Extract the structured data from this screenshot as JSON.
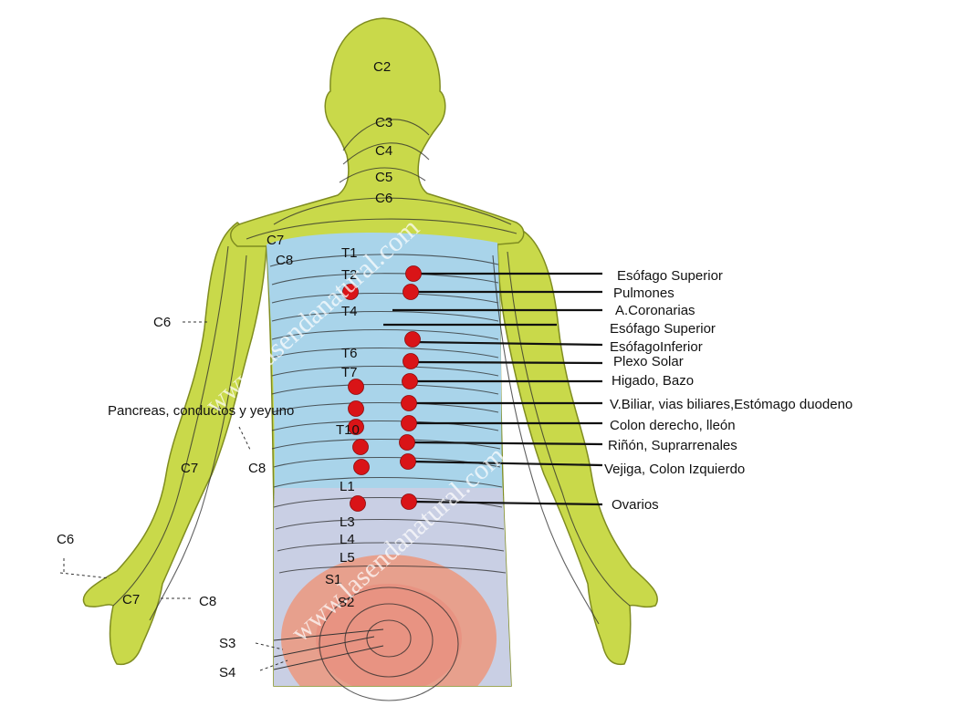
{
  "segments": {
    "c2": "C2",
    "c3": "C3",
    "c4": "C4",
    "c5": "C5",
    "c6_neck": "C6",
    "c7_shoulder": "C7",
    "c8_shoulder": "C8",
    "c6_arm": "C6",
    "c7_forearm": "C7",
    "c8_forearm": "C8",
    "c6_hand": "C6",
    "c7_hand": "C7",
    "c8_hand": "C8",
    "t1": "T1",
    "t2": "T2",
    "t4": "T4",
    "t6": "T6",
    "t7": "T7",
    "t10": "T10",
    "l1": "L1",
    "l3": "L3",
    "l4": "L4",
    "l5": "L5",
    "s1": "S1",
    "s2": "S2",
    "s3": "S3",
    "s4": "S4"
  },
  "organs": [
    "Esófago Superior",
    "Pulmones",
    "A.Coronarias",
    "Esófago Superior",
    "EsófagoInferior",
    "Plexo Solar",
    "Higado, Bazo",
    "V.Biliar, vias biliares,Estómago duodeno",
    "Colon derecho, lleón",
    "Riñón, Suprarrenales",
    "Vejiga, Colon Izquierdo",
    "Ovarios"
  ],
  "left_label": "Pancreas, conductos y yeyuno",
  "watermark": "www.lasendanatural.com",
  "colors": {
    "skin": "#c9d94a",
    "skin_outline": "#7f8c20",
    "thoracic": "#a9d4ea",
    "lumbar": "#c9cfe4",
    "sacral": "#e7a08d",
    "dot": "#d91417",
    "lines": "#2b2b2b"
  }
}
